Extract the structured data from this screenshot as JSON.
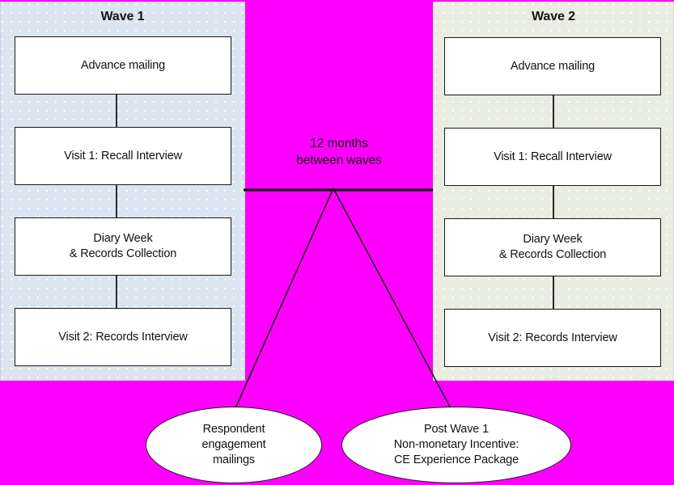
{
  "diagram": {
    "title_left": "Wave 1",
    "title_right": "Wave 2",
    "center_note_line1": "12 months",
    "center_note_line2": "between waves",
    "colors": {
      "background": "#ff00ff",
      "wave1_panel": "#dbe5f1",
      "wave2_panel": "#e9ece0",
      "box_fill": "#ffffff",
      "line": "#1a1a1a"
    },
    "wave1": {
      "label": "Wave 1",
      "steps": [
        {
          "lines": [
            "Advance mailing"
          ]
        },
        {
          "lines": [
            "Visit 1: Recall Interview"
          ]
        },
        {
          "lines": [
            "Diary Week",
            "& Records Collection"
          ]
        },
        {
          "lines": [
            "Visit 2: Records Interview"
          ]
        }
      ]
    },
    "wave2": {
      "label": "Wave 2",
      "steps": [
        {
          "lines": [
            "Advance mailing"
          ]
        },
        {
          "lines": [
            "Visit 1: Recall Interview"
          ]
        },
        {
          "lines": [
            "Diary Week",
            "& Records Collection"
          ]
        },
        {
          "lines": [
            "Visit 2: Records Interview"
          ]
        }
      ]
    },
    "callouts": [
      {
        "lines": [
          "Respondent",
          "engagement",
          "mailings"
        ]
      },
      {
        "lines": [
          "Post Wave 1",
          "Non-monetary Incentive:",
          "CE Experience Package"
        ]
      }
    ]
  }
}
